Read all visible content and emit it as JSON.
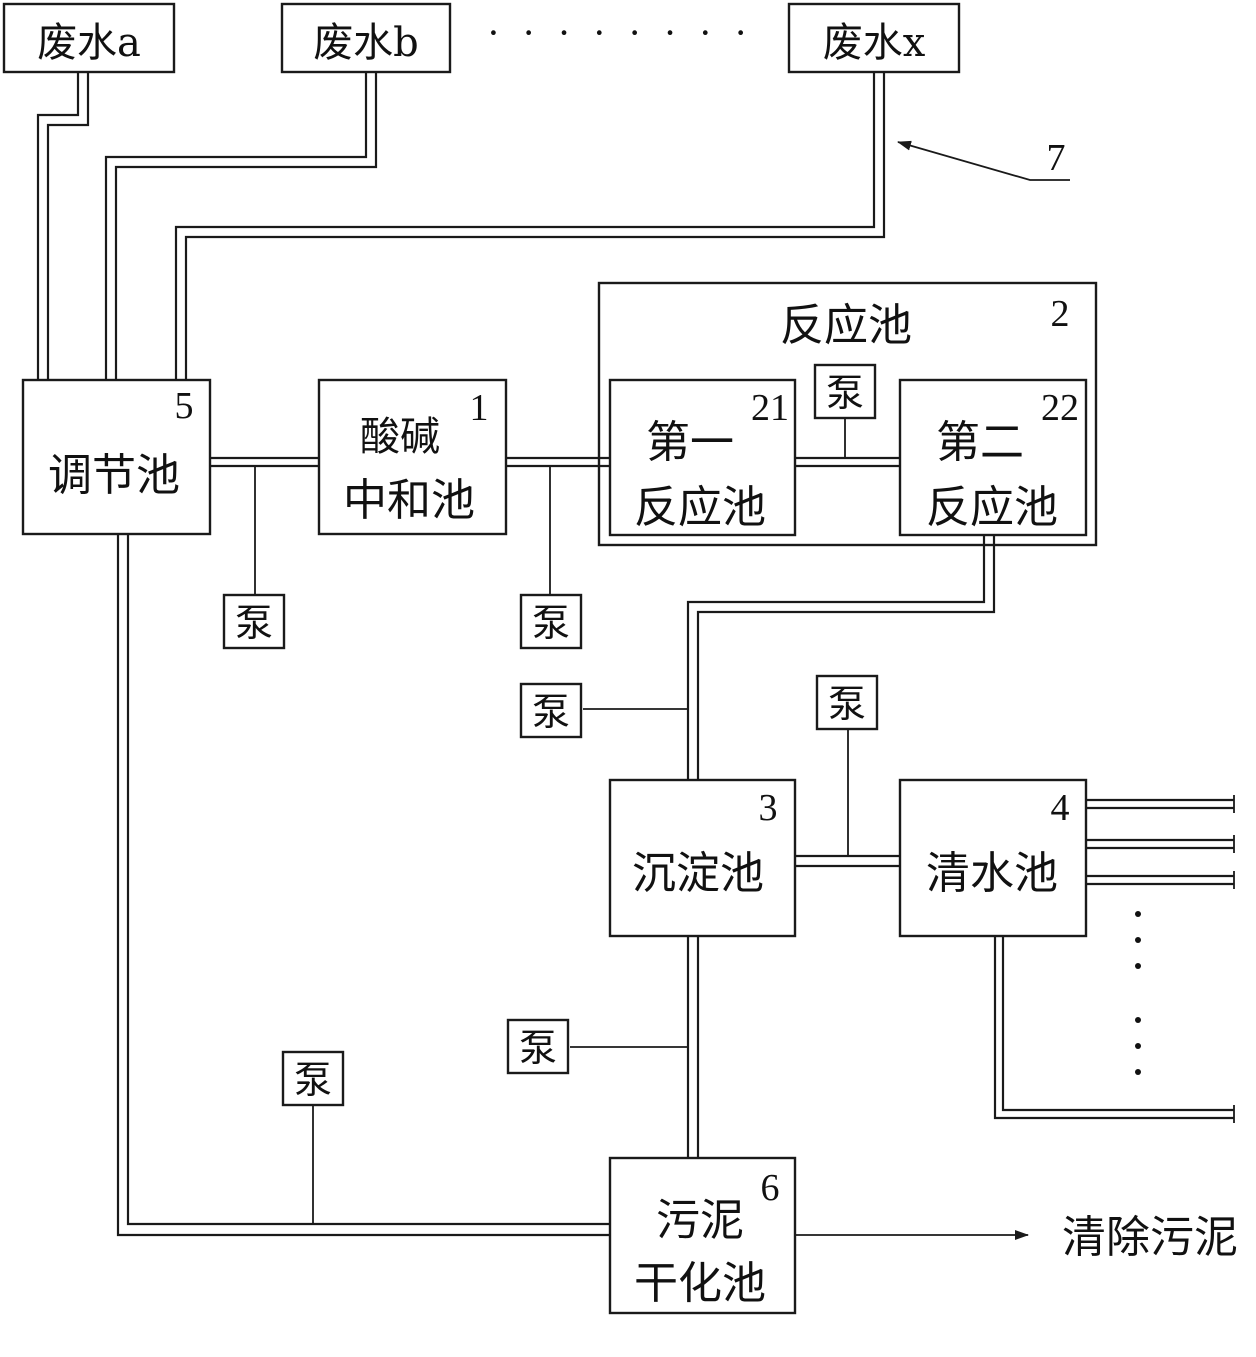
{
  "sources": {
    "a": "废水a",
    "b": "废水b",
    "x": "废水x",
    "ellipsis": "· · · ·   · · · ·"
  },
  "reference_label": "7",
  "reaction_pool": {
    "title": "反应池",
    "number": "2"
  },
  "first_reactor": {
    "line1": "第一",
    "line2": "反应池",
    "number": "21"
  },
  "second_reactor": {
    "line1": "第二",
    "line2": "反应池",
    "number": "22"
  },
  "regulating_pool": {
    "label": "调节池",
    "number": "5"
  },
  "neutralization_pool": {
    "line1": "酸碱",
    "line2": "中和池",
    "number": "1"
  },
  "sedimentation_pool": {
    "label": "沉淀池",
    "number": "3"
  },
  "clear_water_pool": {
    "label": "清水池",
    "number": "4"
  },
  "sludge_pool": {
    "line1": "污泥",
    "line2": "干化池",
    "number": "6"
  },
  "pump_label": "泵",
  "sludge_output": "清除污泥"
}
